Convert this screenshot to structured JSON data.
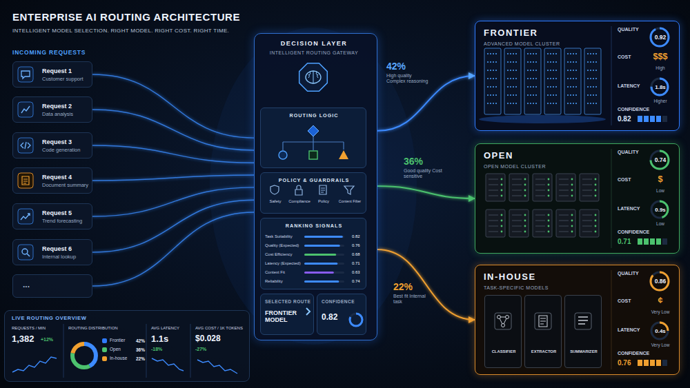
{
  "diagram": {
    "title": "ENTERPRISE AI ROUTING ARCHITECTURE",
    "nodes": [
      {
        "text": [
          "Request 1",
          "Customer support"
        ]
      },
      {
        "text": [
          "Request 2",
          "Data analysis"
        ]
      },
      {
        "text": [
          "Request 3",
          "Code generation"
        ]
      },
      {
        "text": [
          "Request 4",
          "Document summary"
        ]
      },
      {
        "text": [
          "Request 5",
          "Trend forecasting"
        ]
      },
      {
        "text": [
          "Request 6",
          "Internal lookup"
        ]
      },
      {
        "text": [
          "..."
        ]
      },
      {
        "text": [
          "DECISION LAYER",
          "INTELLIGENT ROUTING GATEWAY"
        ]
      },
      {
        "text": [
          "ROUTING LOGIC"
        ],
        "in": 7
      },
      {
        "text": [
          "POLICY & GUARDRAILS",
          "Safety",
          "Compliance",
          "Policy",
          "Content Filter"
        ],
        "in": 7
      },
      {
        "text": [
          "RANKING SIGNALS",
          "Task Suitability",
          "0.82",
          "Quality (Expected)",
          "0.76",
          "Cost Efficiency",
          "0.68",
          "Latency (Expected)",
          "0.71",
          "Context Fit",
          "0.63",
          "Reliability",
          "0.74"
        ],
        "in": 7
      },
      {
        "text": [
          "SELECTED ROUTE",
          "FRONTIER MODEL"
        ],
        "in": 7
      },
      {
        "text": [
          "CONFIDENCE",
          "0.82"
        ],
        "in": 7
      },
      {
        "text": [
          "FRONTIER",
          "ADVANCED MODEL CLUSTER",
          "QUALITY",
          "0.92",
          "COST",
          "$$$",
          "High",
          "LATENCY",
          "1.8s",
          "Higher",
          "CONFIDENCE",
          "0.82"
        ]
      },
      {
        "text": [
          "OPEN",
          "OPEN MODEL CLUSTER",
          "QUALITY",
          "0.74",
          "COST",
          "$",
          "Low",
          "LATENCY",
          "0.9s",
          "Low",
          "CONFIDENCE",
          "0.71"
        ]
      },
      {
        "text": [
          "IN-HOUSE",
          "TASK-SPECIFIC MODELS",
          "QUALITY",
          "0.86",
          "COST",
          "¢",
          "Very Low",
          "LATENCY",
          "0.4s",
          "Very Low",
          "CONFIDENCE",
          "0.76"
        ]
      },
      {
        "text": [
          "CLASSIFIER"
        ],
        "in": 15
      },
      {
        "text": [
          "EXTRACTOR"
        ],
        "in": 15
      },
      {
        "text": [
          "SUMMARIZER"
        ],
        "in": 15
      },
      {
        "text": [
          "LIVE ROUTING OVERVIEW",
          "REQUESTS / MIN",
          "1,382",
          "+12%",
          "ROUTING DISTRIBUTION",
          "42%",
          "36%",
          "22%",
          "AVG LATENCY",
          "1.1s",
          "-18%",
          "AVG COST / 1K TOKENS",
          "$0.028",
          "-27%"
        ]
      }
    ],
    "edges": [
      {
        "from": 0,
        "to": 7,
        "arrow": "none"
      },
      {
        "from": 1,
        "to": 7,
        "arrow": "none"
      },
      {
        "from": 2,
        "to": 7,
        "arrow": "none"
      },
      {
        "from": 3,
        "to": 7,
        "arrow": "none"
      },
      {
        "from": 4,
        "to": 7,
        "arrow": "none"
      },
      {
        "from": 5,
        "to": 7,
        "arrow": "none"
      },
      {
        "from": 6,
        "to": 7,
        "arrow": "none"
      },
      {
        "from": 7,
        "to": 13,
        "label": "42%",
        "arrow": "to"
      },
      {
        "from": 7,
        "to": 14,
        "label": "36%",
        "arrow": "to"
      },
      {
        "from": 7,
        "to": 15,
        "label": "22%",
        "arrow": "to"
      }
    ],
    "labels": [
      "INTELLIGENT MODEL SELECTION. RIGHT MODEL. RIGHT COST. RIGHT TIME.",
      "INCOMING REQUESTS",
      "High quality Complex reasoning",
      "Good quality Cost sensitive",
      "Best fit Internal task"
    ],
    "legend": [
      {
        "text": "Frontier",
        "color": "#2f7bff"
      },
      {
        "text": "Open",
        "color": "#4cc26e"
      },
      {
        "text": "In-house",
        "color": "#f0a030"
      }
    ]
  }
}
